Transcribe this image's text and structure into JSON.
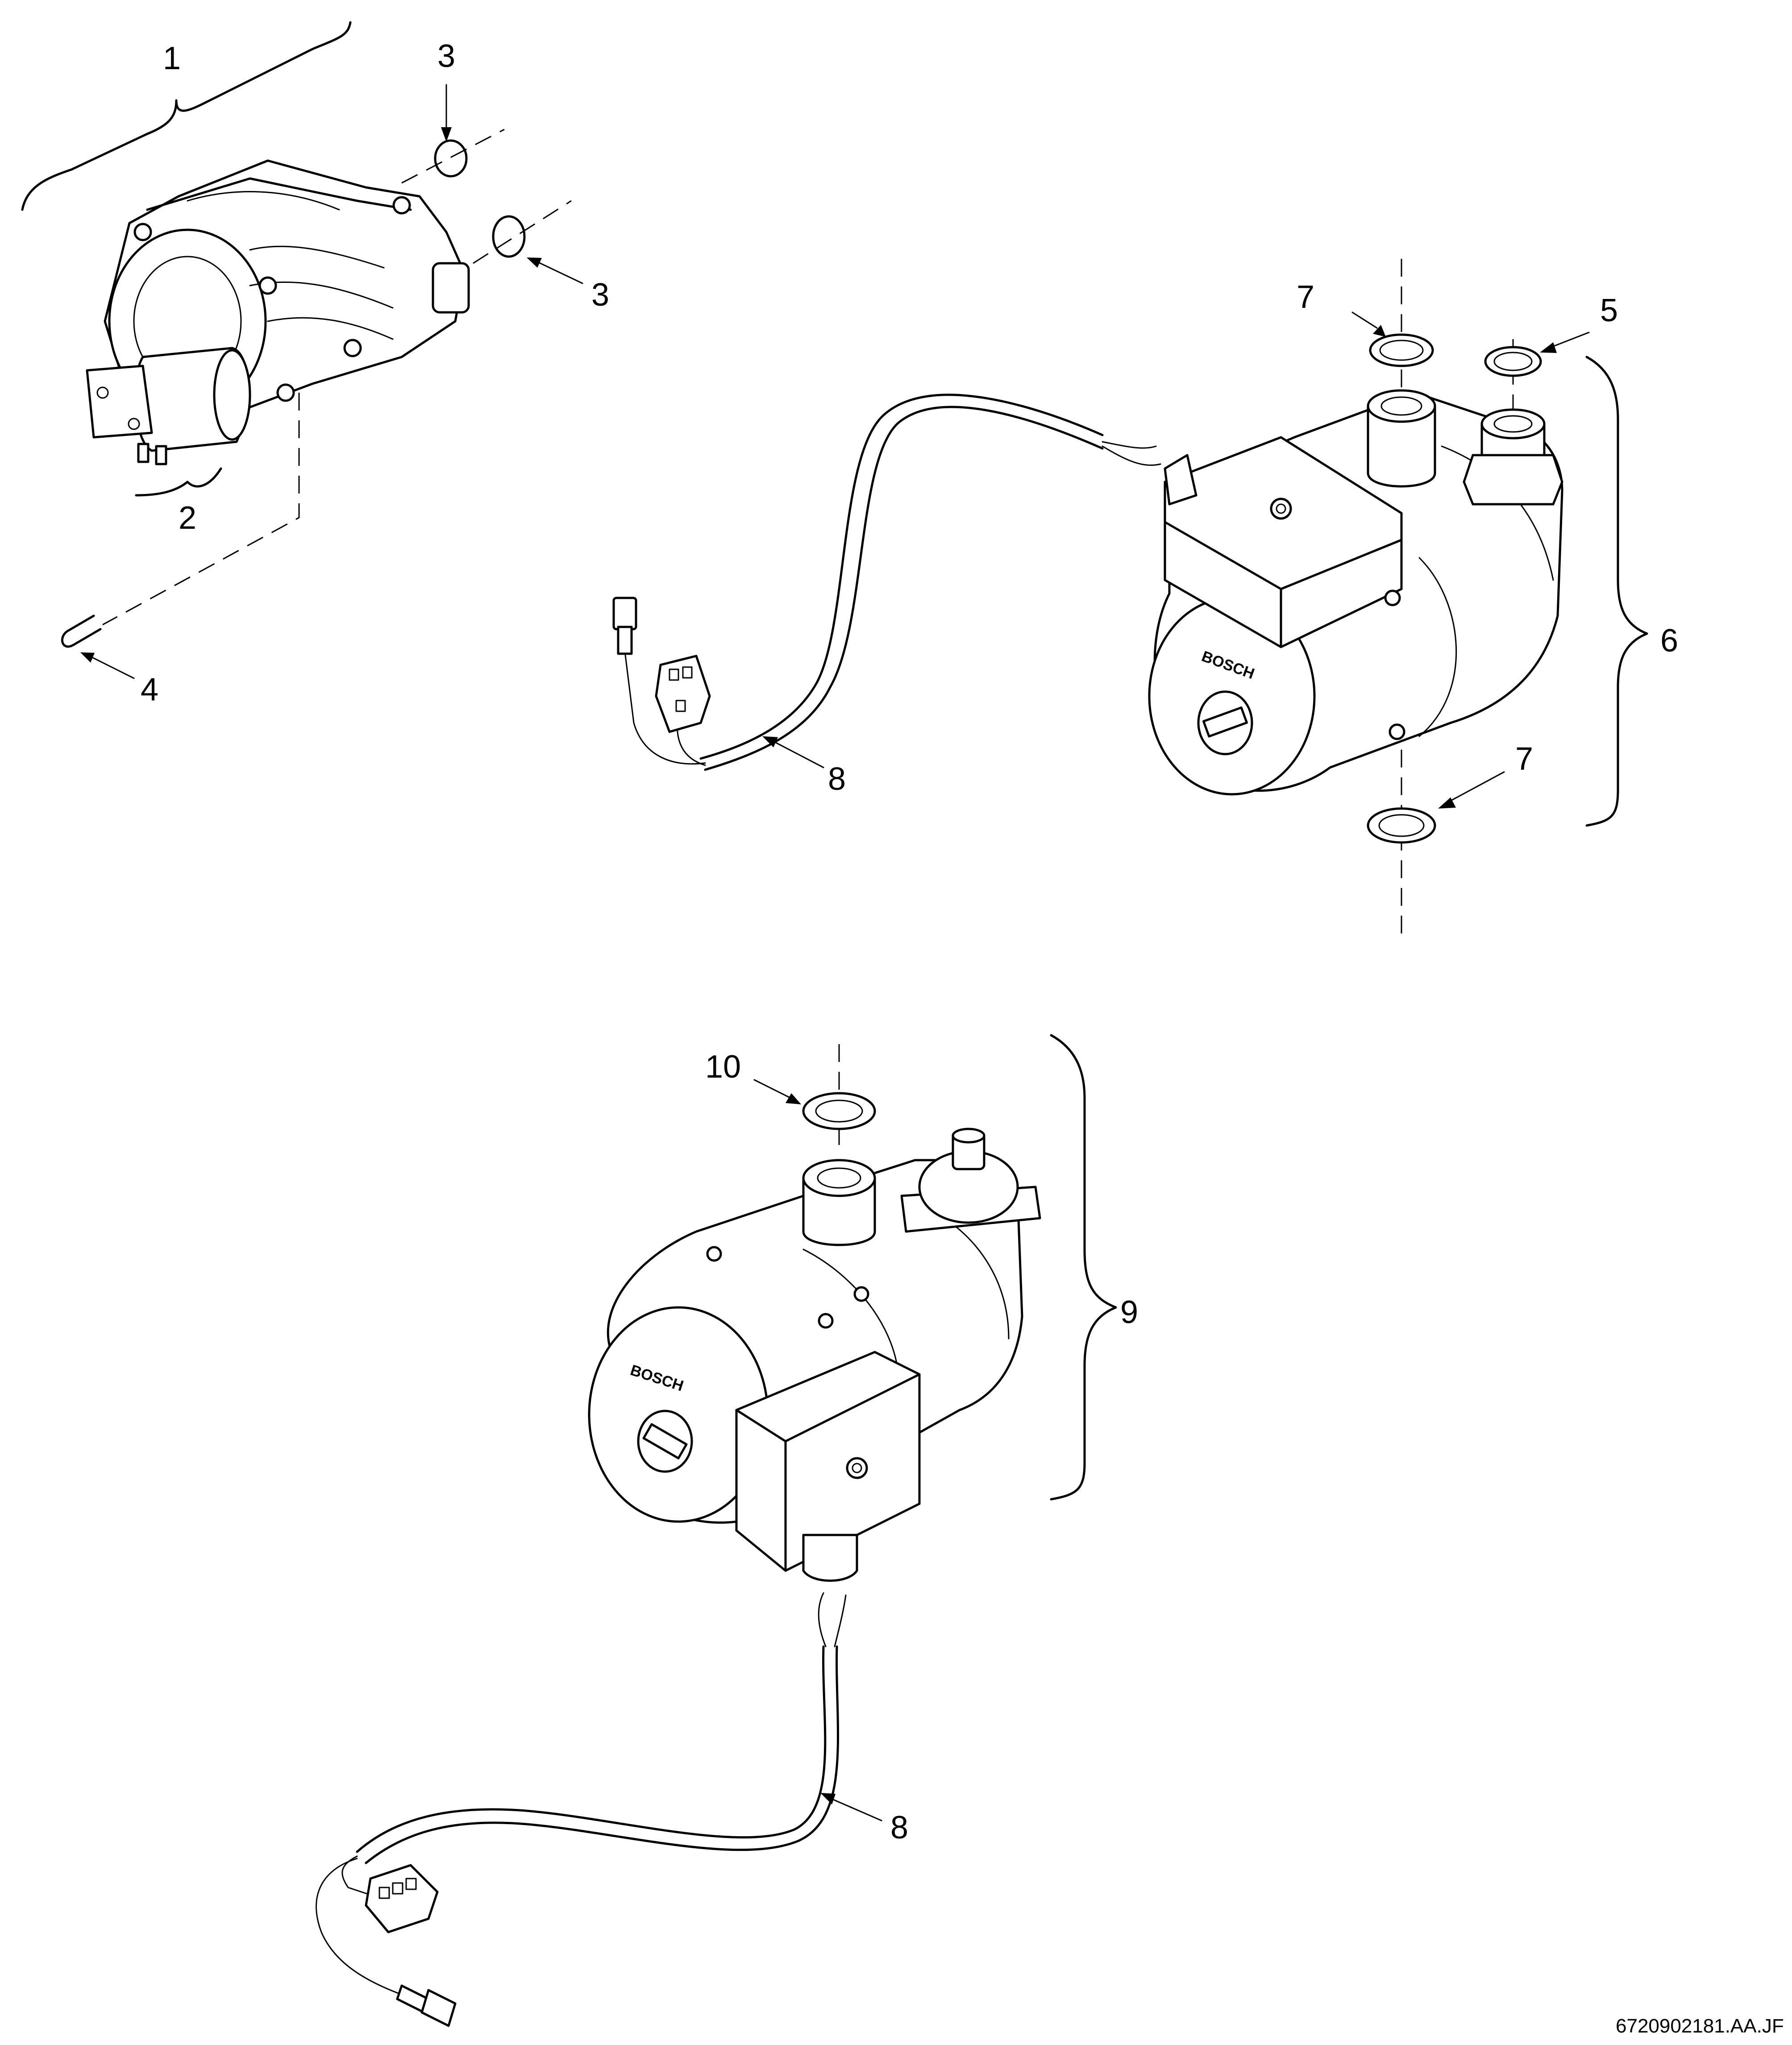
{
  "callouts": {
    "c1": "1",
    "c2": "2",
    "c3a": "3",
    "c3b": "3",
    "c4": "4",
    "c5": "5",
    "c6": "6",
    "c7a": "7",
    "c7b": "7",
    "c8a": "8",
    "c8b": "8",
    "c9": "9",
    "c10": "10"
  },
  "pump_brand_top": "BOSCH",
  "pump_brand_bottom": "BOSCH",
  "drawing_reference": "6720902181.AA.JF"
}
